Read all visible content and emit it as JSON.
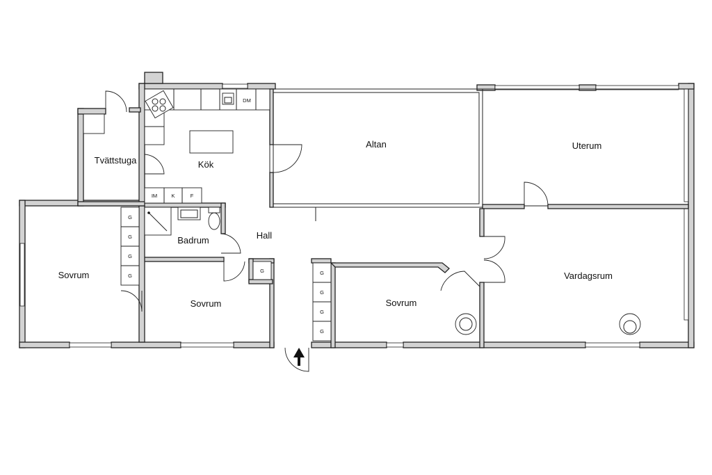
{
  "rooms": {
    "altan": "Altan",
    "uterum": "Uterum",
    "tvattstuga": "Tvättstuga",
    "kok": "Kök",
    "hall": "Hall",
    "badrum": "Badrum",
    "sovrum_left": "Sovrum",
    "sovrum_mid": "Sovrum",
    "sovrum_right": "Sovrum",
    "vardagsrum": "Vardagsrum"
  },
  "appliances": {
    "dm": "DM",
    "im": "IM",
    "k": "K",
    "f": "F"
  },
  "wardrobe_label": "G"
}
